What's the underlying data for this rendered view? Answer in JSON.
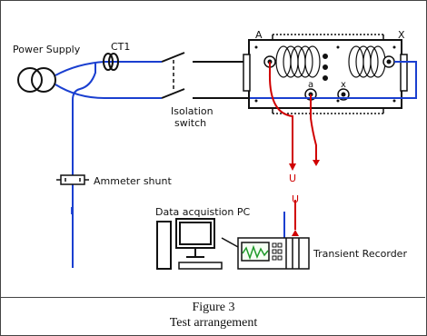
{
  "labels": {
    "power_supply": "Power Supply",
    "ct1": "CT1",
    "isolation_switch_line1": "Isolation",
    "isolation_switch_line2": "switch",
    "ammeter_shunt": "Ammeter shunt",
    "current_symbol": "I",
    "terminal_a": "A",
    "terminal_x": "X",
    "terminal_a_small": "a",
    "terminal_x_small": "x",
    "voltage_symbol_upper": "U",
    "voltage_symbol_lower": "U",
    "data_pc": "Data acquistion PC",
    "transient_recorder": "Transient Recorder"
  },
  "caption": {
    "figure": "Figure 3",
    "title": "Test arrangement"
  },
  "colors": {
    "current_wiring": "#1a3fd0",
    "voltage_wiring": "#d00000",
    "outline": "#111111",
    "waveform": "#1f9a2a"
  }
}
